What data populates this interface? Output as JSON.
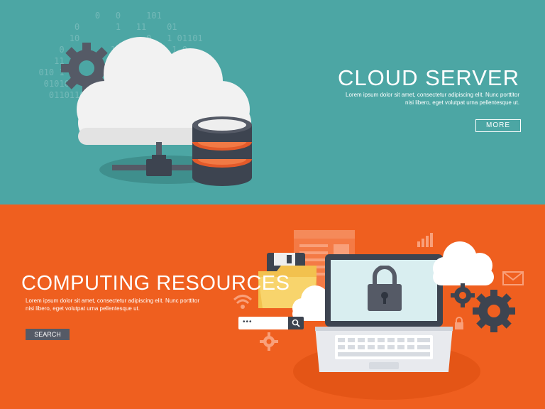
{
  "top_banner": {
    "title": "CLOUD SERVER",
    "description_line1": "Lorem ipsum dolor sit amet, consectetur adipiscing elit. Nunc porttitor",
    "description_line2": "nisi libero, eget volutpat urna pellentesque ut.",
    "button_label": "MORE"
  },
  "bottom_banner": {
    "title": "COMPUTING RESOURCES",
    "description_line1": "Lorem ipsum dolor sit amet, consectetur adipiscing elit. Nunc porttitor",
    "description_line2": "nisi libero, eget volutpat urna pellentesque ut.",
    "button_label": "SEARCH"
  },
  "colors": {
    "teal": "#4ca6a4",
    "orange": "#ef5f1f",
    "dark": "#3d4450",
    "cloud": "#f2f2f2"
  },
  "icons": [
    "cloud-icon",
    "gear-icon",
    "database-icon",
    "laptop-icon",
    "padlock-icon",
    "floppy-icon",
    "folder-icon",
    "wifi-icon",
    "envelope-icon",
    "bar-chart-icon",
    "magnifier-icon"
  ]
}
